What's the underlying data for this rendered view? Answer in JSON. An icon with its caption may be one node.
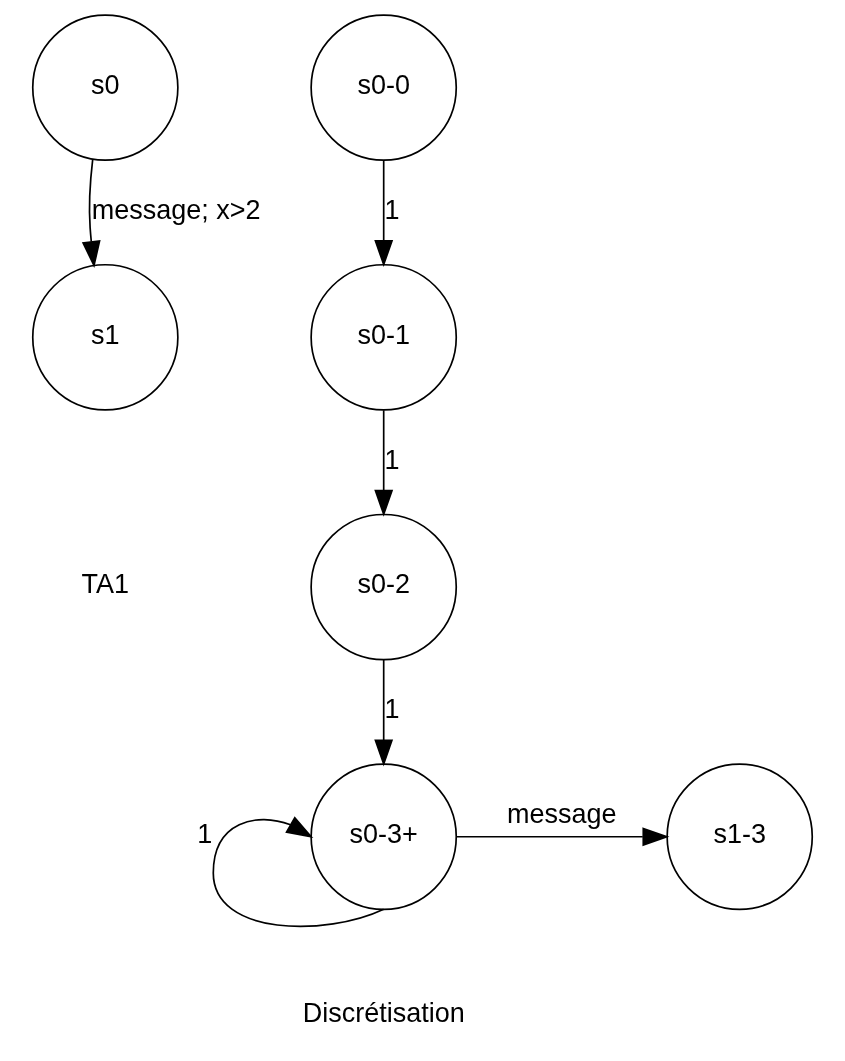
{
  "diagram": {
    "nodes": [
      {
        "text": [
          "s0"
        ]
      },
      {
        "text": [
          "s1"
        ]
      },
      {
        "text": [
          "s0-0"
        ]
      },
      {
        "text": [
          "s0-1"
        ]
      },
      {
        "text": [
          "s0-2"
        ]
      },
      {
        "text": [
          "s0-3+"
        ]
      },
      {
        "text": [
          "s1-3"
        ]
      }
    ],
    "edges": [
      {
        "from": 0,
        "to": 1,
        "arrow": "to",
        "label": "message; x>2"
      },
      {
        "from": 2,
        "to": 3,
        "arrow": "to",
        "label": "1"
      },
      {
        "from": 3,
        "to": 4,
        "arrow": "to",
        "label": "1"
      },
      {
        "from": 4,
        "to": 5,
        "arrow": "to",
        "label": "1"
      },
      {
        "from": 5,
        "to": 5,
        "arrow": "to",
        "label": "1"
      },
      {
        "from": 5,
        "to": 6,
        "arrow": "to",
        "label": "message"
      }
    ],
    "labels": [
      "TA1",
      "Discrétisation"
    ]
  }
}
